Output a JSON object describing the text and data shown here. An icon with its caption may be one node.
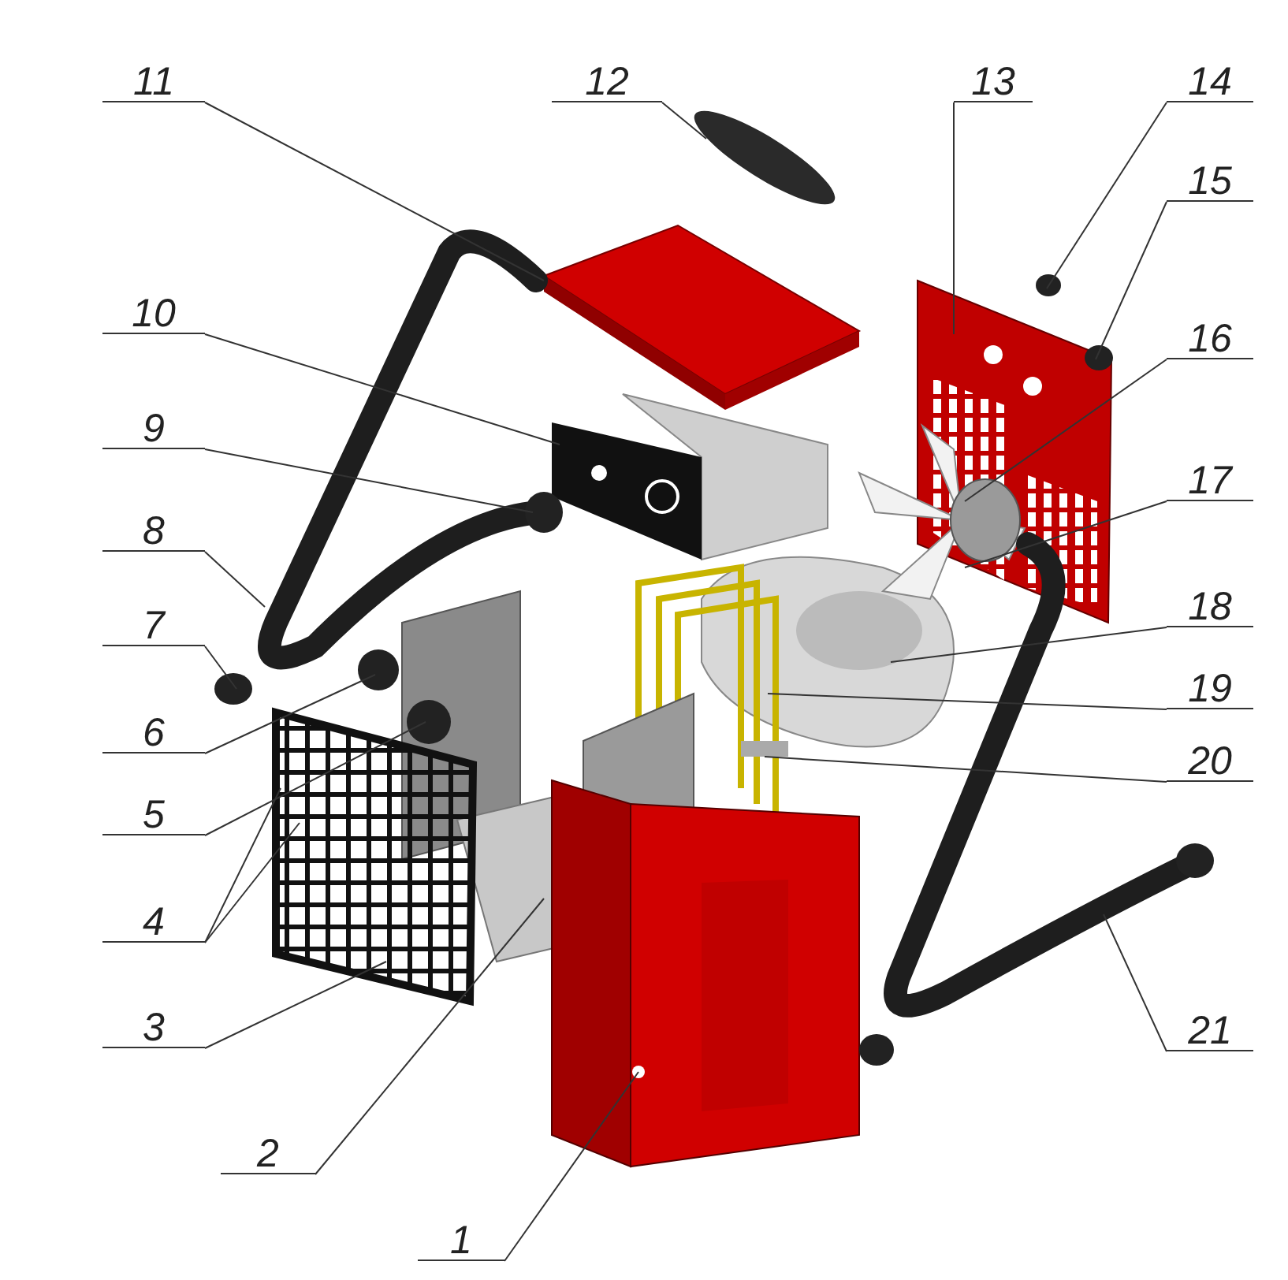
{
  "diagram": {
    "nodes": [
      {
        "text": [
          "1"
        ]
      },
      {
        "text": [
          "2"
        ]
      },
      {
        "text": [
          "3"
        ]
      },
      {
        "text": [
          "4"
        ]
      },
      {
        "text": [
          "5"
        ]
      },
      {
        "text": [
          "6"
        ]
      },
      {
        "text": [
          "7"
        ]
      },
      {
        "text": [
          "8"
        ]
      },
      {
        "text": [
          "9"
        ]
      },
      {
        "text": [
          "10"
        ]
      },
      {
        "text": [
          "11"
        ]
      },
      {
        "text": [
          "12"
        ]
      },
      {
        "text": [
          "13"
        ]
      },
      {
        "text": [
          "14"
        ]
      },
      {
        "text": [
          "15"
        ]
      },
      {
        "text": [
          "16"
        ]
      },
      {
        "text": [
          "17"
        ]
      },
      {
        "text": [
          "18"
        ]
      },
      {
        "text": [
          "19"
        ]
      },
      {
        "text": [
          "20"
        ]
      },
      {
        "text": [
          "21"
        ]
      }
    ],
    "edges": [
      {
        "from": 0,
        "to": null,
        "arrow": "none"
      },
      {
        "from": 1,
        "to": null,
        "arrow": "none"
      },
      {
        "from": 2,
        "to": null,
        "arrow": "none"
      },
      {
        "from": 3,
        "to": null,
        "arrow": "none"
      },
      {
        "from": 3,
        "to": null,
        "arrow": "none"
      },
      {
        "from": 4,
        "to": null,
        "arrow": "none"
      },
      {
        "from": 5,
        "to": null,
        "arrow": "none"
      },
      {
        "from": 6,
        "to": null,
        "arrow": "none"
      },
      {
        "from": 7,
        "to": null,
        "arrow": "none"
      },
      {
        "from": 8,
        "to": null,
        "arrow": "none"
      },
      {
        "from": 9,
        "to": null,
        "arrow": "none"
      },
      {
        "from": 10,
        "to": null,
        "arrow": "none"
      },
      {
        "from": 11,
        "to": null,
        "arrow": "none"
      },
      {
        "from": 12,
        "to": null,
        "arrow": "none"
      },
      {
        "from": 13,
        "to": null,
        "arrow": "none"
      },
      {
        "from": 14,
        "to": null,
        "arrow": "none"
      },
      {
        "from": 15,
        "to": null,
        "arrow": "none"
      },
      {
        "from": 16,
        "to": null,
        "arrow": "none"
      },
      {
        "from": 17,
        "to": null,
        "arrow": "none"
      },
      {
        "from": 18,
        "to": null,
        "arrow": "none"
      },
      {
        "from": 19,
        "to": null,
        "arrow": "none"
      },
      {
        "from": 20,
        "to": null,
        "arrow": "none"
      }
    ]
  }
}
